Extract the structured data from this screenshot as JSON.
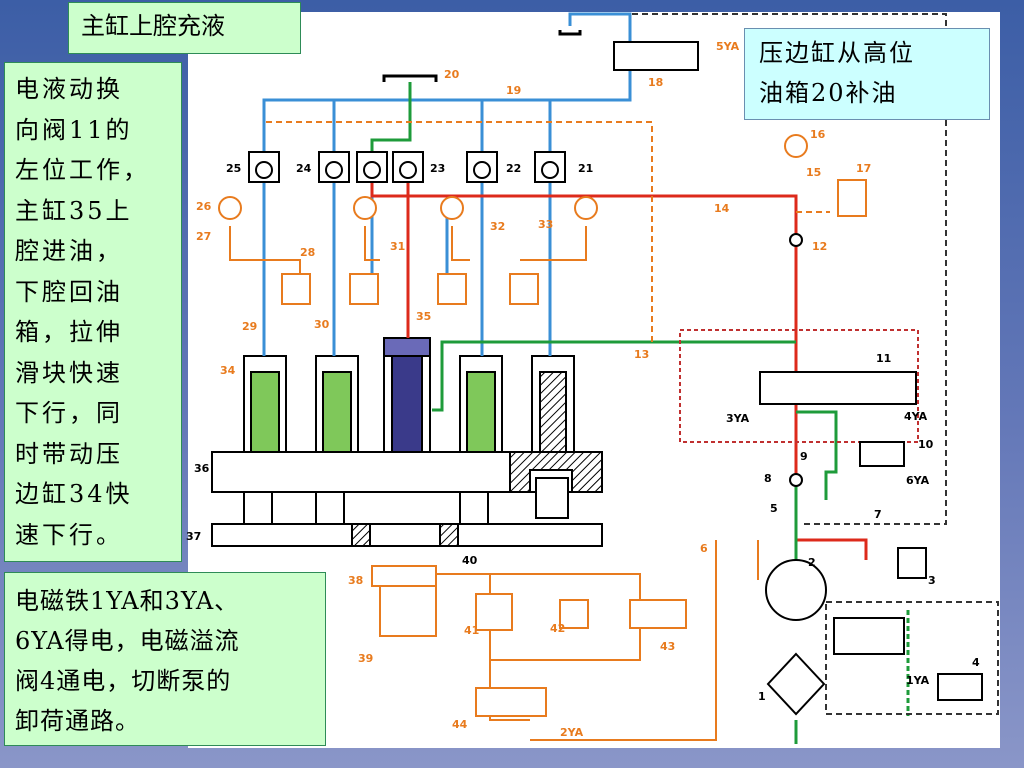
{
  "title": "主缸上腔充液",
  "left_note_lines": [
    "电液动换",
    "向阀11的",
    "左位工作，",
    "主缸35上",
    "腔进油，",
    "下腔回油",
    "箱，拉伸",
    "滑块快速",
    "下行，同",
    "时带动压",
    "边缸34快",
    "速下行。"
  ],
  "bottom_note_lines": [
    "电磁铁1YA和3YA、",
    "6YA得电，电磁溢流",
    "阀4通电，切断泵的",
    "卸荷通路。"
  ],
  "right_note_lines": [
    "压边缸从高位",
    "油箱20补油"
  ],
  "labels": {
    "n1": "1",
    "n2": "2",
    "n3": "3",
    "n4": "4",
    "n5": "5",
    "n6": "6",
    "n7": "7",
    "n8": "8",
    "n9": "9",
    "n10": "10",
    "n11": "11",
    "n12": "12",
    "n13": "13",
    "n14": "14",
    "n15": "15",
    "n16": "16",
    "n17": "17",
    "n18": "18",
    "n19": "19",
    "n20": "20",
    "n21": "21",
    "n22": "22",
    "n23": "23",
    "n24": "24",
    "n25": "25",
    "n26": "26",
    "n27": "27",
    "n28": "28",
    "n29": "29",
    "n30": "30",
    "n31": "31",
    "n32": "32",
    "n33": "33",
    "n34": "34",
    "n35": "35",
    "n36": "36",
    "n37": "37",
    "n38": "38",
    "n39": "39",
    "n40": "40",
    "n41": "41",
    "n42": "42",
    "n43": "43",
    "n44": "44",
    "ya1": "1YA",
    "ya2": "2YA",
    "ya3": "3YA",
    "ya4": "4YA",
    "ya5": "5YA",
    "ya6": "6YA"
  },
  "colors": {
    "pressure": "#dd2a1b",
    "tank": "#3a8fd6",
    "return": "#1e9b3a",
    "pilot": "#e87b1e",
    "cylinder_fill": "#7fc85a",
    "main_cylinder_fill": "#3a3a8a"
  }
}
